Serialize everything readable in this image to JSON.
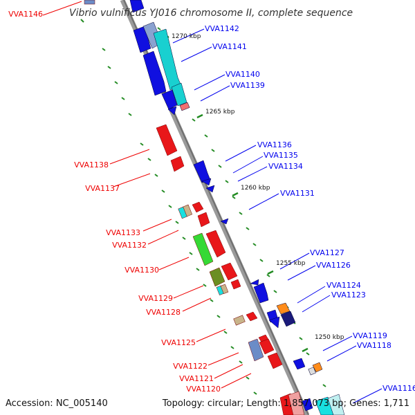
{
  "title": "Vibrio vulnificus YJ016 chromosome II, complete sequence",
  "footer": {
    "accession": "Accession: NC_005140",
    "topology": "Topology: circular; Length: 1,857,073 bp; Genes: 1,711"
  },
  "scale_marks": [
    "1270 kbp",
    "1265 kbp",
    "1260 kbp",
    "1255 kbp",
    "1250 kbp"
  ],
  "genes_forward": [
    "VVA1142",
    "VVA1141",
    "VVA1140",
    "VVA1139",
    "VVA1136",
    "VVA1135",
    "VVA1134",
    "VVA1131",
    "VVA1127",
    "VVA1126",
    "VVA1124",
    "VVA1123",
    "VVA1119",
    "VVA1118",
    "VVA1116"
  ],
  "genes_reverse": [
    "VVA1146",
    "VVA1138",
    "VVA1137",
    "VVA1133",
    "VVA1132",
    "VVA1130",
    "VVA1129",
    "VVA1128",
    "VVA1125",
    "VVA1122",
    "VVA1121",
    "VVA1120"
  ],
  "colors": {
    "forward_strand": "#0000ee",
    "reverse_strand": "#ee0000",
    "backbone": "#8c8c8c",
    "tick": "#228b22"
  }
}
